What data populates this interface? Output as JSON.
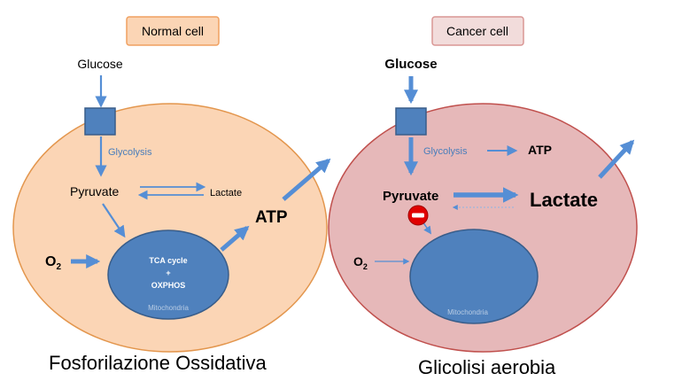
{
  "colors": {
    "normal_cell_fill": "#fbd5b5",
    "normal_cell_stroke": "#e3964d",
    "cancer_cell_fill": "#e6b8b9",
    "cancer_cell_stroke": "#c0504d",
    "mitochondria_fill": "#4f81bd",
    "mitochondria_stroke": "#385d8a",
    "arrow_color": "#558ed5",
    "glycolysis_text": "#4a7ebb",
    "inhibitor": "#e00000"
  },
  "normal": {
    "header": "Normal cell",
    "glucose": "Glucose",
    "glycolysis": "Glycolysis",
    "pyruvate": "Pyruvate",
    "lactate": "Lactate",
    "atp": "ATP",
    "o2": "O",
    "o2_sub": "2",
    "mito_line1": "TCA cycle",
    "mito_line2": "+",
    "mito_line3": "OXPHOS",
    "mito_name": "Mitochondria",
    "caption": "Fosforilazione Ossidativa"
  },
  "cancer": {
    "header": "Cancer cell",
    "glucose": "Glucose",
    "glycolysis": "Glycolysis",
    "atp": "ATP",
    "pyruvate": "Pyruvate",
    "lactate": "Lactate",
    "o2": "O",
    "o2_sub": "2",
    "mito_name": "Mitochondria",
    "caption": "Glicolisi aerobia",
    "inhibitor_icon": "minus-circle-icon"
  }
}
